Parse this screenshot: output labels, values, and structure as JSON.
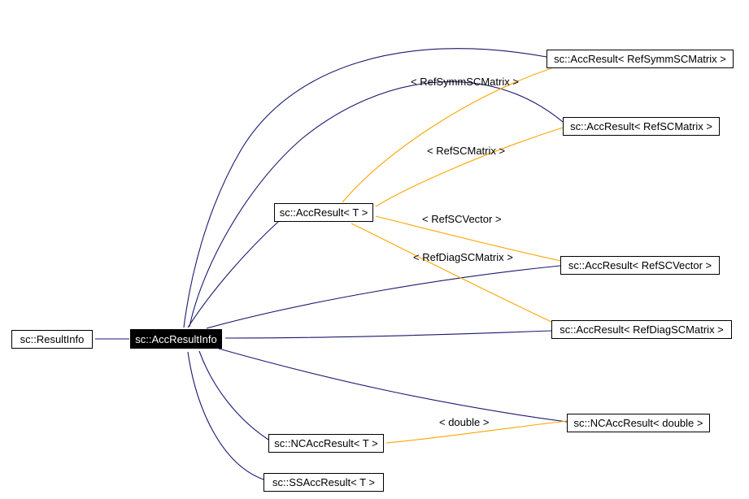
{
  "diagram": {
    "kind": "class-inheritance-graph",
    "colors": {
      "inheritance_edge": "#191970",
      "template_instance_edge": "#ffa500",
      "node_border": "#000000",
      "node_fill": "#ffffff",
      "highlight_node_fill": "#000000",
      "highlight_node_text": "#ffffff",
      "background": "#ffffff"
    },
    "nodes": [
      {
        "id": "resultinfo",
        "label": "sc::ResultInfo",
        "highlighted": false
      },
      {
        "id": "accresultinfo",
        "label": "sc::AccResultInfo",
        "highlighted": true
      },
      {
        "id": "accresult-t",
        "label": "sc::AccResult< T >",
        "highlighted": false
      },
      {
        "id": "accresult-refsymmscmatrix",
        "label": "sc::AccResult< RefSymmSCMatrix >",
        "highlighted": false
      },
      {
        "id": "accresult-refscmatrix",
        "label": "sc::AccResult< RefSCMatrix >",
        "highlighted": false
      },
      {
        "id": "accresult-refscvector",
        "label": "sc::AccResult< RefSCVector >",
        "highlighted": false
      },
      {
        "id": "accresult-refdiagscmatrix",
        "label": "sc::AccResult< RefDiagSCMatrix >",
        "highlighted": false
      },
      {
        "id": "ncaccresult-double",
        "label": "sc::NCAccResult< double >",
        "highlighted": false
      },
      {
        "id": "ncaccresult-t",
        "label": "sc::NCAccResult< T >",
        "highlighted": false
      },
      {
        "id": "ssaccresult-t",
        "label": "sc::SSAccResult< T >",
        "highlighted": false
      }
    ],
    "edge_labels": [
      {
        "text": "< RefSymmSCMatrix >"
      },
      {
        "text": "< RefSCMatrix >"
      },
      {
        "text": "< RefSCVector >"
      },
      {
        "text": "< RefDiagSCMatrix >"
      },
      {
        "text": "< double >"
      }
    ]
  }
}
